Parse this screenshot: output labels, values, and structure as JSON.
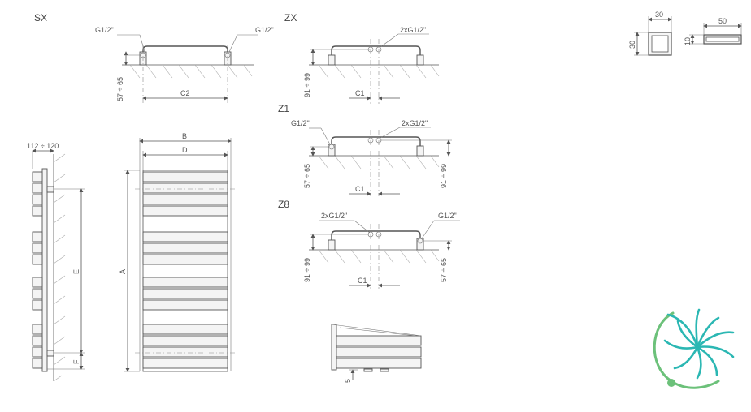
{
  "variants": {
    "sx": "SX",
    "zx": "ZX",
    "z1": "Z1",
    "z8": "Z8"
  },
  "labels": {
    "g12": "G1/2\"",
    "g12_right": "G1/2\"",
    "twoxg12": "2xG1/2\"",
    "range_57_65": "57 ÷ 65",
    "range_91_99": "91 ÷ 99",
    "range_112_120": "112 ÷ 120",
    "c1": "C1",
    "c2": "C2",
    "a": "A",
    "b": "B",
    "d": "D",
    "e": "E",
    "f": "F",
    "five": "5"
  },
  "profiles": {
    "square_width": "30",
    "square_height": "30",
    "flat_width": "50",
    "flat_height": "10"
  },
  "logo": {
    "accent": "#2bb7b3",
    "green": "#6cc17a"
  }
}
